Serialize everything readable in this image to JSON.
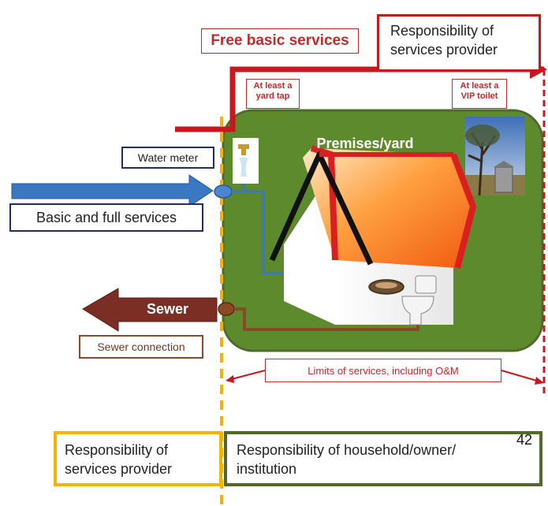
{
  "labels": {
    "free_basic_services": "Free basic services",
    "responsibility_top_line1": "Responsibility of",
    "responsibility_top_line2": "services provider",
    "at_least_yard_tap_line1": "At least a",
    "at_least_yard_tap_line2": "yard tap",
    "at_least_vip_line1": "At least a",
    "at_least_vip_line2": "VIP toilet",
    "premises_yard": "Premises/yard",
    "water_meter": "Water meter",
    "basic_and_full_services": "Basic and full services",
    "sewer": "Sewer",
    "sewer_connection": "Sewer connection",
    "limits_of_services": "Limits of services, including O&M",
    "responsibility_left_line1": "Responsibility of",
    "responsibility_left_line2": "services provider",
    "responsibility_right_line1": "Responsibility of household/owner/",
    "responsibility_right_line2": "institution",
    "page_number": "42"
  },
  "colors": {
    "yard_green": "#5e8a2e",
    "yard_border": "#4f6a2c",
    "red_line": "#c8181e",
    "yellow_dash": "#f2b400",
    "water_blue": "#3a78c4",
    "sewer_brown": "#7a2e24",
    "roof_orange": "#ff7a1a",
    "roof_edge": "#d91f1f"
  }
}
